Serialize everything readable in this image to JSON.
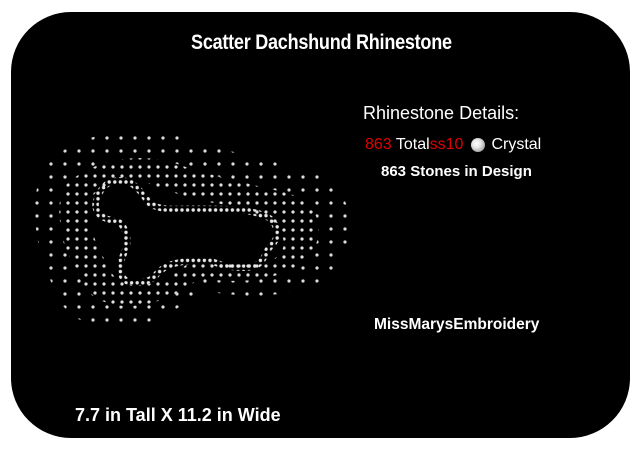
{
  "title": "Scatter Dachshund Rhinestone",
  "details": {
    "heading": "Rhinestone Details:",
    "count": "863",
    "total_label": " Total",
    "stone_size": "ss10",
    "color_icon": "crystal-stone-icon",
    "color_name": "Crystal",
    "stones_summary": "863 Stones in Design"
  },
  "brand": "MissMarysEmbroidery",
  "dimensions": "7.7 in Tall X 11.2 in Wide",
  "design": {
    "subject": "dachshund-silhouette",
    "stone_color": "#e8e8e8",
    "background": "#000000"
  },
  "colors": {
    "accent_red": "#e00000",
    "text": "#ffffff",
    "card": "#000000",
    "page": "#ffffff"
  }
}
